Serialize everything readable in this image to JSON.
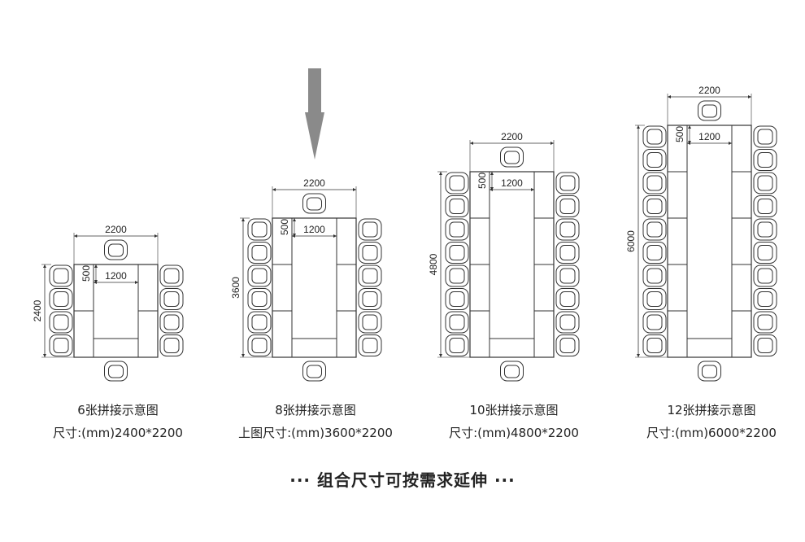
{
  "layouts": [
    {
      "rows": 2,
      "title": "6张拼接示意图",
      "size": "尺寸:(mm)2400*2200",
      "width_label": "2200",
      "height_label": "2400",
      "seg_label": "500",
      "inner_label": "1200"
    },
    {
      "rows": 3,
      "title": "8张拼接示意图",
      "size": "上图尺寸:(mm)3600*2200",
      "width_label": "2200",
      "height_label": "3600",
      "seg_label": "500",
      "inner_label": "1200"
    },
    {
      "rows": 4,
      "title": "10张拼接示意图",
      "size": "尺寸:(mm)4800*2200",
      "width_label": "2200",
      "height_label": "4800",
      "seg_label": "500",
      "inner_label": "1200"
    },
    {
      "rows": 5,
      "title": "12张拼接示意图",
      "size": "尺寸:(mm)6000*2200",
      "width_label": "2200",
      "height_label": "6000",
      "seg_label": "500",
      "inner_label": "1200"
    }
  ],
  "footer": "··· 组合尺寸可按需求延伸 ···",
  "colors": {
    "line": "#333333",
    "arrow": "#8a8a8a",
    "background": "#ffffff"
  }
}
